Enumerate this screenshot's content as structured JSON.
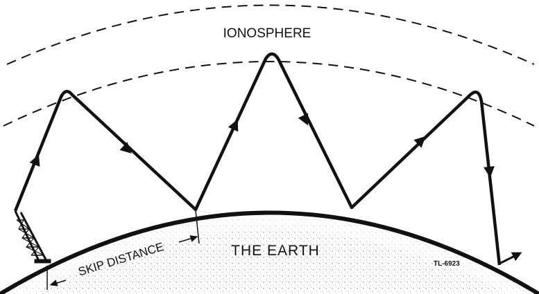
{
  "labels": {
    "ionosphere": "IONOSPHERE",
    "earth": "THE EARTH",
    "skip_distance": "SKIP DISTANCE",
    "figure_code": "TL-6923"
  },
  "colors": {
    "line": "#111111",
    "background": "#ffffff",
    "ground_stipple": "#777777"
  },
  "icons": [
    "transmitter-tower-icon",
    "arrow-icon"
  ]
}
